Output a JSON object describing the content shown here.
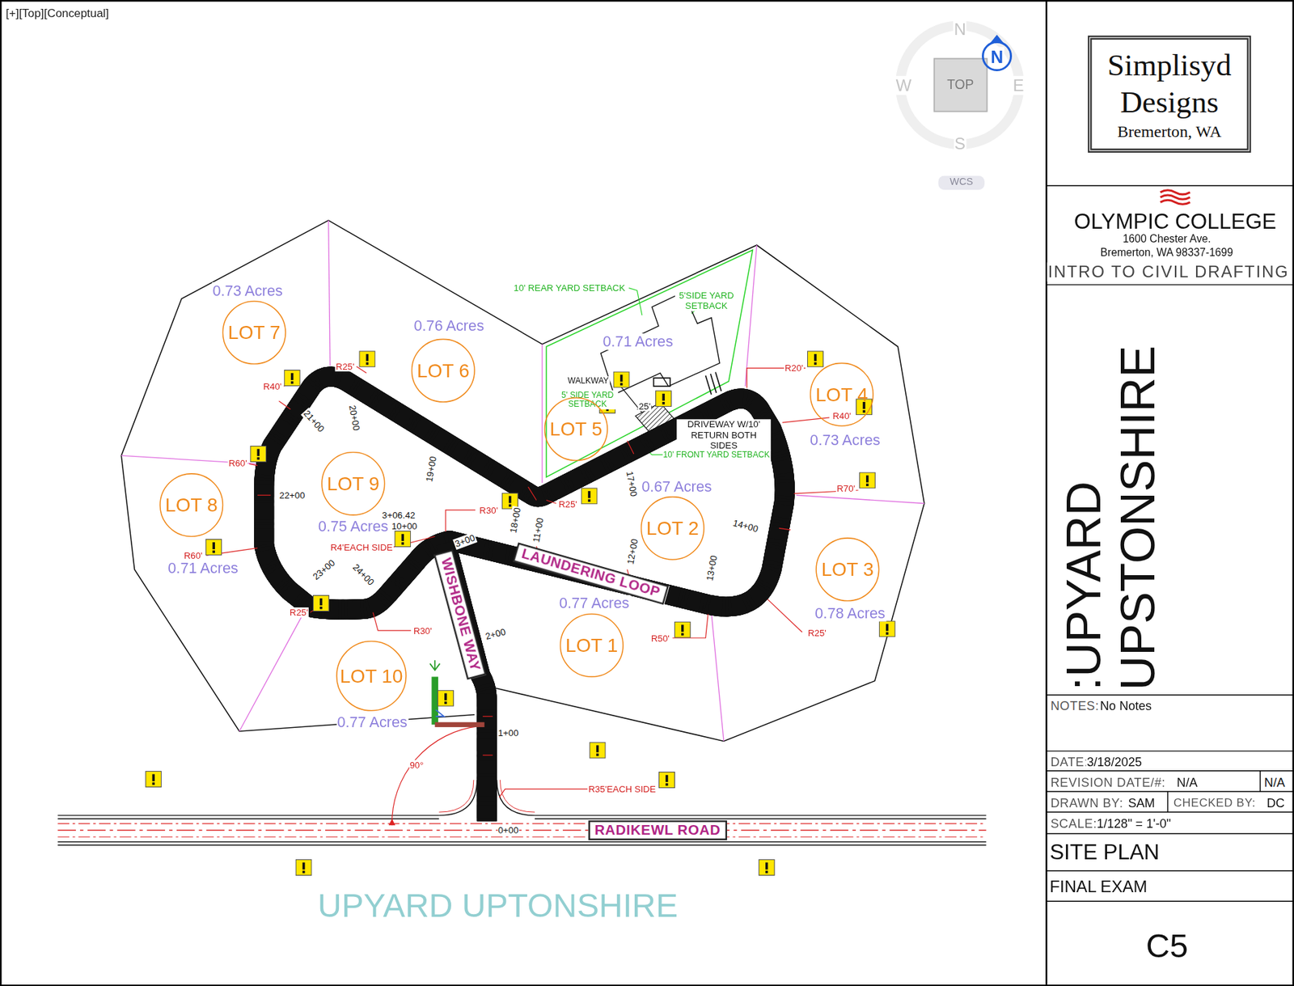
{
  "diagram": {
    "title": "UPYARD UPTONSHIRE",
    "nodes": [
      {
        "text": [
          "LOT 7"
        ]
      },
      {
        "text": [
          "LOT 6"
        ]
      },
      {
        "text": [
          "LOT 5"
        ]
      },
      {
        "text": [
          "LOT 4"
        ]
      },
      {
        "text": [
          "LOT 9"
        ]
      },
      {
        "text": [
          "LOT 8"
        ]
      },
      {
        "text": [
          "LOT 2"
        ]
      },
      {
        "text": [
          "LOT 3"
        ]
      },
      {
        "text": [
          "LOT 1"
        ]
      },
      {
        "text": [
          "LOT 10"
        ]
      },
      {
        "text": [
          "LAUNDERING LOOP"
        ]
      },
      {
        "text": [
          "WISHBONE WAY"
        ]
      },
      {
        "text": [
          "RADIKEWL ROAD"
        ]
      },
      {
        "text": [
          "Simplisyd Designs",
          "Bremerton, WA"
        ]
      }
    ],
    "labels": [
      "[+][Top][Conceptual]",
      "N",
      "W",
      "E",
      "S",
      "TOP",
      "N",
      "WCS",
      "10' REAR YARD SETBACK",
      "5'SIDE YARD SETBACK",
      "WALKWAY",
      "5' SIDE YARD SETBACK",
      "25'",
      "DRIVEWAY W/10' RETURN BOTH SIDES",
      "10' FRONT YARD SETBACK",
      "0.73 Acres",
      "0.76 Acres",
      "0.71 Acres",
      "0.73 Acres",
      "0.75 Acres",
      "0.67 Acres",
      "0.71 Acres",
      "0.78 Acres",
      "0.77 Acres",
      "0.77 Acres",
      "R25'",
      "R40'",
      "R60'",
      "R60'",
      "R25'",
      "R30'",
      "R30'",
      "R4'EACH SIDE",
      "R25'",
      "R20'",
      "R40'",
      "R70'",
      "R25'",
      "R50'",
      "R35'EACH SIDE",
      "90°",
      "21+00",
      "20+00",
      "19+00",
      "22+00",
      "23+00",
      "24+00",
      "18+00",
      "17+00",
      "11+00",
      "12+00",
      "13+00",
      "14+00",
      "3+06.42",
      "10+00",
      "3+00",
      "2+00",
      "1+00",
      "0+00",
      "OLYMPIC COLLEGE",
      "1600 Chester Ave.",
      "Bremerton, WA 98337-1699",
      "INTRO TO CIVIL DRAFTING",
      ":UPYARD UPSTONSHIRE",
      "NOTES:",
      "No Notes",
      "DATE:",
      "3/18/2025",
      "REVISION DATE/#:",
      "N/A",
      "N/A",
      "DRAWN BY:",
      "SAM",
      "CHECKED BY:",
      "DC",
      "SCALE:",
      "1/128\" = 1'-0\"",
      "SITE PLAN",
      "FINAL EXAM",
      "C5"
    ]
  }
}
